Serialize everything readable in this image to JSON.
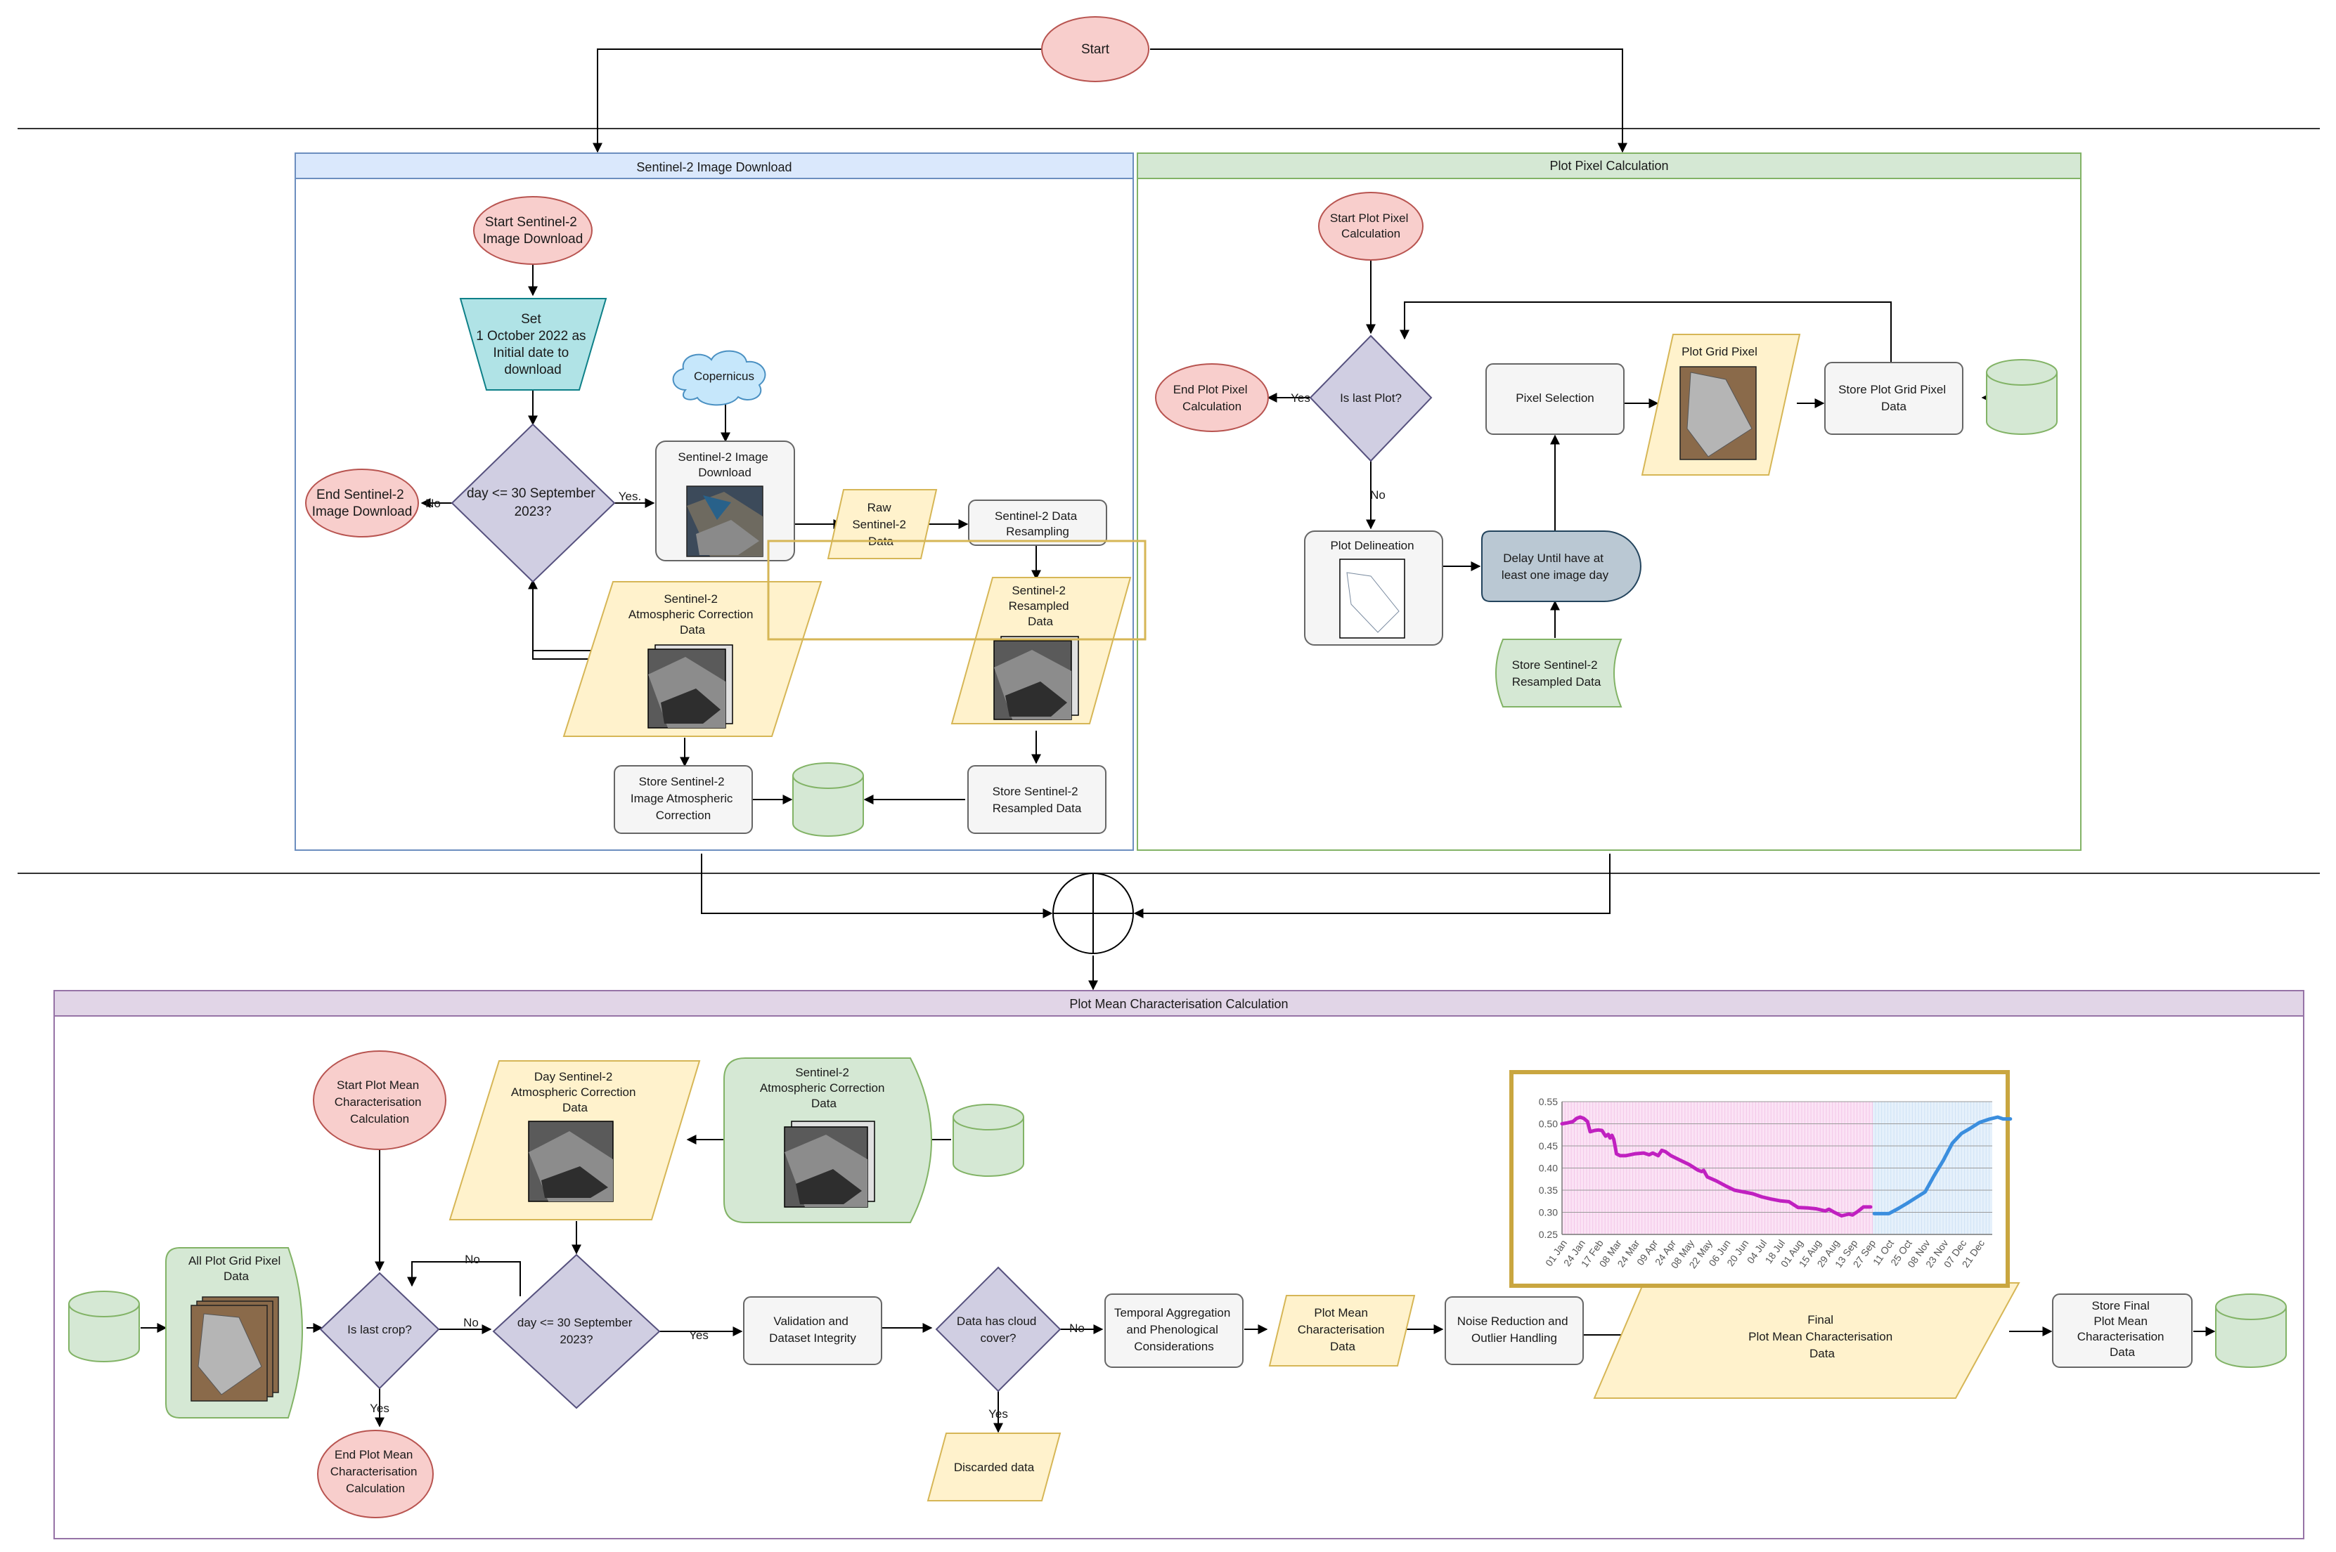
{
  "start": "Start",
  "lanes": {
    "download": "Sentinel-2 Image Download",
    "pixel": "Plot Pixel Calculation",
    "mean": "Plot Mean Characterisation Calculation"
  },
  "download": {
    "start": [
      "Start Sentinel-2",
      "Image Download"
    ],
    "set_date": [
      "Set",
      "1 October 2022 as",
      "Initial date to",
      "download"
    ],
    "copernicus": "Copernicus",
    "end": [
      "End Sentinel-2",
      "Image Download"
    ],
    "decision": [
      "day <= 30 September",
      "2023?"
    ],
    "no": "No",
    "yes": "Yes.",
    "image_download": [
      "Sentinel-2 Image",
      "Download"
    ],
    "raw": [
      "Raw",
      "Sentinel-2",
      "Data"
    ],
    "resampling": [
      "Sentinel-2 Data",
      "Resampling"
    ],
    "atmos": [
      "Sentinel-2",
      "Atmospheric Correction",
      "Data"
    ],
    "resampled": [
      "Sentinel-2",
      "Resampled",
      "Data"
    ],
    "store_atmos": [
      "Store Sentinel-2",
      "Image Atmospheric",
      "Correction"
    ],
    "store_resampled": [
      "Store Sentinel-2",
      "Resampled Data"
    ]
  },
  "pixel": {
    "start": [
      "Start Plot Pixel",
      "Calculation"
    ],
    "end": [
      "End Plot Pixel",
      "Calculation"
    ],
    "yes": "Yes",
    "decision": "Is last Plot?",
    "no": "No",
    "selection": "Pixel Selection",
    "grid_pixel": "Plot Grid Pixel",
    "store_grid": [
      "Store Plot Grid Pixel",
      "Data"
    ],
    "delineation": "Plot Delineation",
    "delay": [
      "Delay Until have at",
      "least one image day"
    ],
    "store_resampled": [
      "Store Sentinel-2",
      "Resampled Data"
    ]
  },
  "mean": {
    "start": [
      "Start Plot Mean",
      "Characterisation",
      "Calculation"
    ],
    "day_atmos": [
      "Day Sentinel-2",
      "Atmospheric Correction",
      "Data"
    ],
    "atmos": [
      "Sentinel-2",
      "Atmospheric Correction",
      "Data"
    ],
    "all_grid": [
      "All Plot Grid Pixel",
      "Data"
    ],
    "last_crop": "Is last crop?",
    "no": "No",
    "no2": "No",
    "decision": [
      "day <= 30 September",
      "2023?"
    ],
    "yes": "Yes",
    "validation": [
      "Validation and",
      "Dataset Integrity"
    ],
    "cloud": [
      "Data has cloud",
      "cover?"
    ],
    "no3": "No",
    "yes2": "Yes",
    "yes3": "Yes",
    "discarded": "Discarded data",
    "temporal": [
      "Temporal Aggregation",
      "and Phenological",
      "Considerations"
    ],
    "pmc": [
      "Plot Mean",
      "Characterisation",
      "Data"
    ],
    "noise": [
      "Noise Reduction and",
      "Outlier Handling"
    ],
    "final": [
      "Final",
      "Plot Mean Characterisation",
      "Data"
    ],
    "store_final": [
      "Store Final",
      "Plot Mean",
      "Characterisation",
      "Data"
    ],
    "end": [
      "End Plot Mean",
      "Characterisation",
      "Calculation"
    ]
  },
  "colors": {
    "red_fill": "#f8cecc",
    "red_stroke": "#b85450",
    "purple_fill": "#d0cee2",
    "purple_stroke": "#56517e",
    "yellow_fill": "#fff2cc",
    "yellow_stroke": "#d6b656",
    "green_fill": "#d5e8d4",
    "green_stroke": "#82b366",
    "blue_fill": "#dae8fc",
    "blue_stroke": "#6c8ebf",
    "cyan_fill": "#b0e3e6",
    "cyan_stroke": "#0e8088",
    "grey_fill": "#f5f5f5",
    "grey_stroke": "#666666",
    "slate_fill": "#bac8d3",
    "slate_stroke": "#23445d",
    "lane_mean": "#e1d5e7",
    "lane_mean_stroke": "#9673a6",
    "series_1": "#c020c0",
    "series_2": "#3b8ede"
  },
  "chart_data": {
    "type": "line",
    "ylim": [
      0.25,
      0.55
    ],
    "yticks": [
      "0.25",
      "0.30",
      "0.35",
      "0.40",
      "0.45",
      "0.50",
      "0.55"
    ],
    "xticks": [
      "01 Jan",
      "24 Jan",
      "17 Feb",
      "08 Mar",
      "24 Mar",
      "09 Apr",
      "24 Apr",
      "08 May",
      "22 May",
      "06 Jun",
      "20 Jun",
      "04 Jul",
      "18 Jul",
      "01 Aug",
      "15 Aug",
      "29 Aug",
      "13 Sep",
      "27 Sep",
      "11 Oct",
      "25 Oct",
      "08 Nov",
      "23 Nov",
      "07 Dec",
      "21 Dec"
    ],
    "grid": true,
    "series": [
      {
        "values": [
          [
            0,
            0.5
          ],
          [
            0.3,
            0.502
          ],
          [
            0.6,
            0.505
          ],
          [
            0.8,
            0.512
          ],
          [
            1,
            0.515
          ],
          [
            1.2,
            0.512
          ],
          [
            1.4,
            0.505
          ],
          [
            1.55,
            0.482
          ],
          [
            1.8,
            0.485
          ],
          [
            2,
            0.486
          ],
          [
            2.2,
            0.485
          ],
          [
            2.4,
            0.472
          ],
          [
            2.55,
            0.476
          ],
          [
            2.65,
            0.468
          ],
          [
            2.75,
            0.474
          ],
          [
            2.85,
            0.465
          ],
          [
            3,
            0.432
          ],
          [
            3.2,
            0.428
          ],
          [
            3.5,
            0.428
          ],
          [
            4,
            0.432
          ],
          [
            4.5,
            0.434
          ],
          [
            4.8,
            0.43
          ],
          [
            5,
            0.434
          ],
          [
            5.3,
            0.428
          ],
          [
            5.5,
            0.44
          ],
          [
            5.7,
            0.437
          ],
          [
            6,
            0.428
          ],
          [
            6.5,
            0.418
          ],
          [
            7,
            0.408
          ],
          [
            7.5,
            0.395
          ],
          [
            7.7,
            0.392
          ],
          [
            7.8,
            0.395
          ],
          [
            8,
            0.38
          ],
          [
            8.5,
            0.371
          ],
          [
            9,
            0.36
          ],
          [
            9.5,
            0.35
          ],
          [
            10,
            0.346
          ],
          [
            10.5,
            0.342
          ],
          [
            11,
            0.335
          ],
          [
            11.5,
            0.33
          ],
          [
            12,
            0.326
          ],
          [
            12.5,
            0.324
          ],
          [
            13,
            0.311
          ],
          [
            13.5,
            0.31
          ],
          [
            14,
            0.308
          ],
          [
            14.5,
            0.303
          ],
          [
            14.7,
            0.307
          ],
          [
            15,
            0.3
          ],
          [
            15.4,
            0.292
          ],
          [
            15.8,
            0.296
          ],
          [
            16,
            0.294
          ],
          [
            16.3,
            0.302
          ],
          [
            16.6,
            0.312
          ],
          [
            17,
            0.312
          ]
        ]
      },
      {
        "values": [
          [
            17.2,
            0.297
          ],
          [
            18,
            0.297
          ],
          [
            18.5,
            0.308
          ],
          [
            19,
            0.32
          ],
          [
            19.5,
            0.333
          ],
          [
            20,
            0.346
          ],
          [
            20.5,
            0.383
          ],
          [
            21,
            0.417
          ],
          [
            21.5,
            0.456
          ],
          [
            22,
            0.478
          ],
          [
            22.5,
            0.49
          ],
          [
            23,
            0.503
          ],
          [
            23.5,
            0.51
          ],
          [
            24,
            0.515
          ],
          [
            24.3,
            0.511
          ],
          [
            24.7,
            0.511
          ]
        ]
      }
    ]
  }
}
